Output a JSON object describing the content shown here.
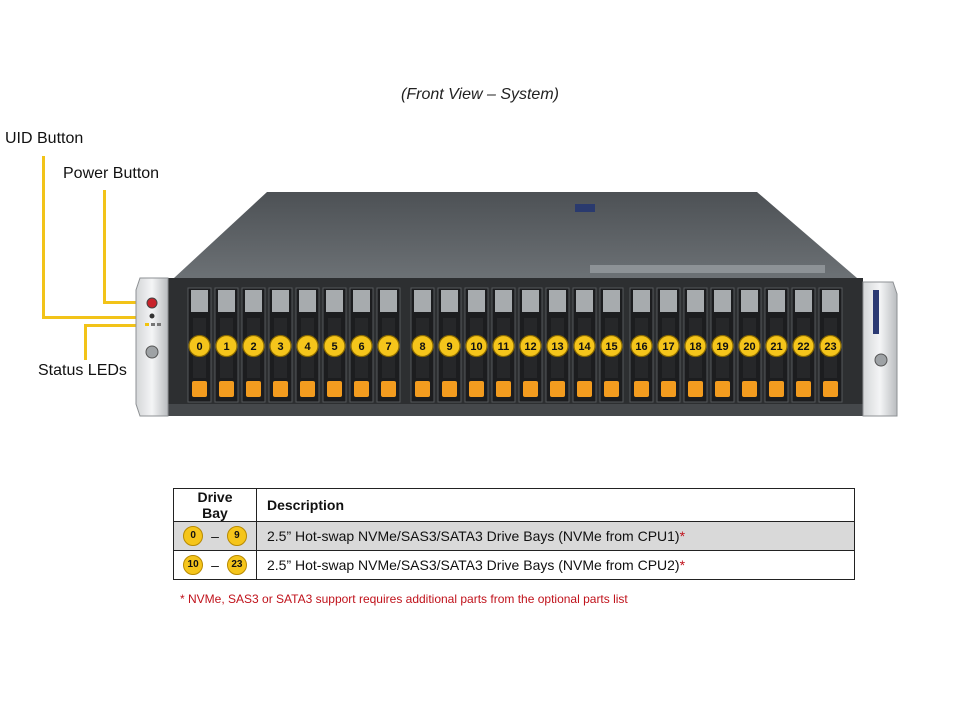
{
  "caption": "(Front View – System)",
  "callouts": {
    "uid_button": "UID Button",
    "power_button": "Power Button",
    "status_leds": "Status LEDs"
  },
  "drive_bays": [
    "0",
    "1",
    "2",
    "3",
    "4",
    "5",
    "6",
    "7",
    "8",
    "9",
    "10",
    "11",
    "12",
    "13",
    "14",
    "15",
    "16",
    "17",
    "18",
    "19",
    "20",
    "21",
    "22",
    "23"
  ],
  "colors": {
    "bay_badge": "#f5c51b",
    "bay_latch": "#f39c1f",
    "callout_line": "#f2c318",
    "footnote": "#c0121b"
  },
  "table": {
    "headers": [
      "Drive Bay",
      "Description"
    ],
    "rows": [
      {
        "from": "0",
        "dash": "–",
        "to": "9",
        "description": "2.5” Hot-swap NVMe/SAS3/SATA3 Drive Bays (NVMe from CPU1)",
        "star": "*"
      },
      {
        "from": "10",
        "dash": "–",
        "to": "23",
        "description": "2.5” Hot-swap NVMe/SAS3/SATA3 Drive Bays (NVMe from CPU2)",
        "star": "*"
      }
    ]
  },
  "footnote": "* NVMe, SAS3 or SATA3 support requires additional parts from the optional parts list"
}
